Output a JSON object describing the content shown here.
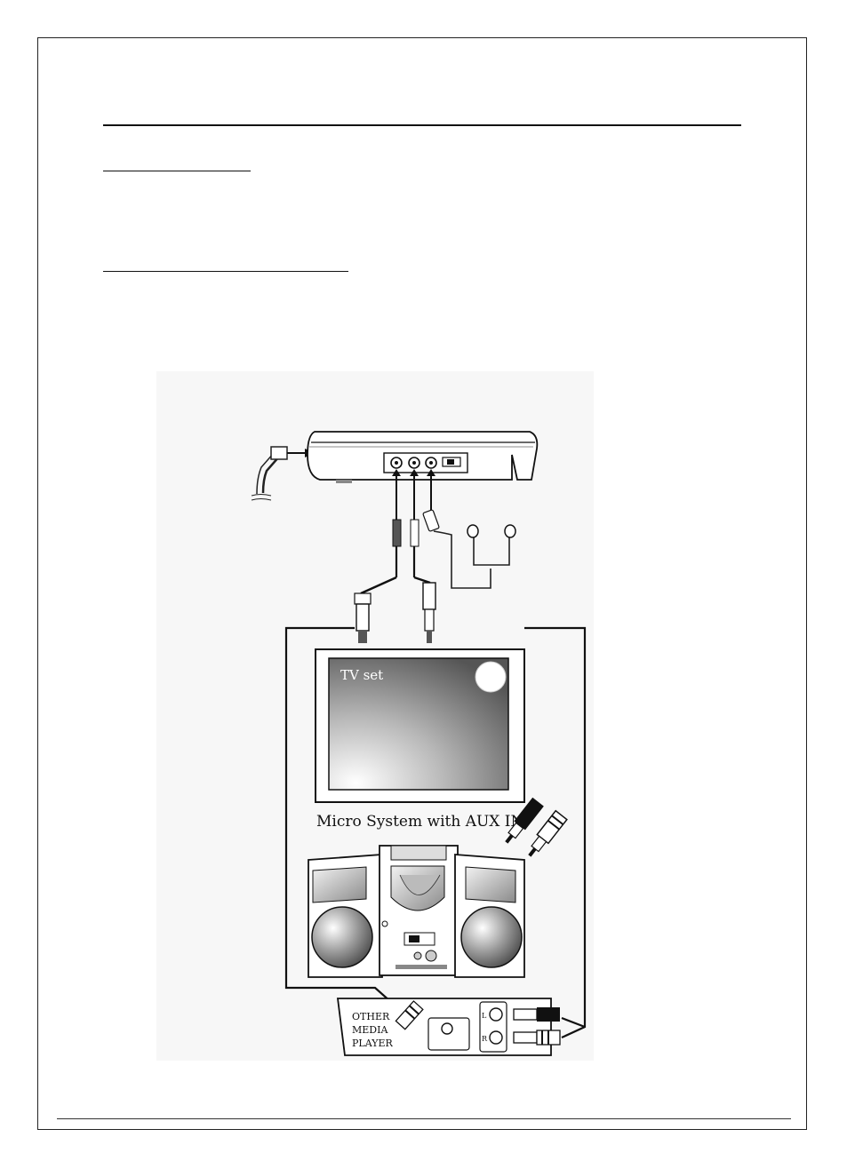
{
  "diagram": {
    "tv_label": "TV set",
    "micro_system_label": "Micro System with AUX IN",
    "media_player": {
      "line1": "OTHER",
      "line2": "MEDIA",
      "line3": "PLAYER",
      "left_jack": "L",
      "right_jack": "R"
    }
  }
}
